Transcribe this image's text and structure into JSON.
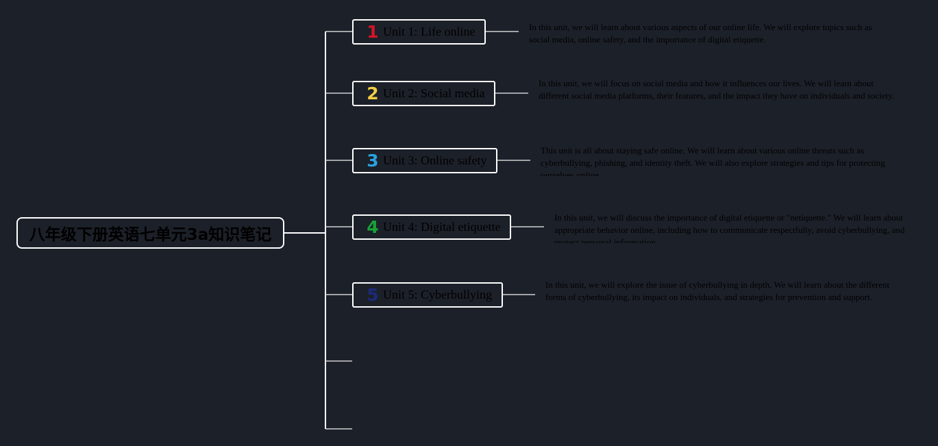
{
  "colors": {
    "background": "#1c2029",
    "connector": "#ffffff",
    "node_border": "#ffffff",
    "text": "#000000"
  },
  "root": {
    "title": "八年级下册英语七单元3a知识笔记"
  },
  "units": [
    {
      "number": "1",
      "number_color": "#d4142a",
      "icon": "number-1-icon",
      "label": "Unit 1: Life online",
      "description": "In this unit, we will learn about various aspects of our online life. We will explore topics such as social media, online safety, and the importance of digital etiquette."
    },
    {
      "number": "2",
      "number_color": "#f2cc43",
      "icon": "number-2-icon",
      "label": "Unit 2: Social media",
      "description": "In this unit, we will focus on social media and how it influences our lives. We will learn about different social media platforms, their features, and the impact they have on individuals and society."
    },
    {
      "number": "3",
      "number_color": "#29a3e0",
      "icon": "number-3-icon",
      "label": "Unit 3: Online safety",
      "description": "This unit is all about staying safe online. We will learn about various online threats such as cyberbullying, phishing, and identity theft. We will also explore strategies and tips for protecting ourselves online."
    },
    {
      "number": "4",
      "number_color": "#17a336",
      "icon": "number-4-icon",
      "label": "Unit 4: Digital etiquette",
      "description": "In this unit, we will discuss the importance of digital etiquette or \"netiquette.\" We will learn about appropriate behavior online, including how to communicate respectfully, avoid cyberbullying, and protect personal information."
    },
    {
      "number": "5",
      "number_color": "#1c2a7a",
      "icon": "number-5-icon",
      "label": "Unit 5: Cyberbullying",
      "description": "In this unit, we will explore the issue of cyberbullying in depth. We will learn about the different forms of cyberbullying, its impact on individuals, and strategies for prevention and support."
    }
  ]
}
